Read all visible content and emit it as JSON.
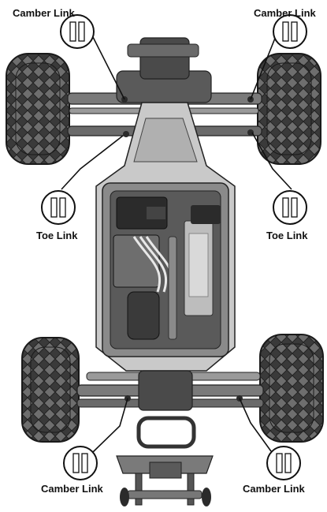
{
  "labels": {
    "top_left": "Camber Link",
    "top_right": "Camber Link",
    "mid_left": "Toe Link",
    "mid_right": "Toe Link",
    "bottom_left": "Camber Link",
    "bottom_right": "Camber Link"
  },
  "colors": {
    "line": "#111111",
    "tire": "#3a3a3a",
    "tire_tread": "#6e6e6e",
    "chassis": "#8a8a8a",
    "chassis_light": "#c9c9c9",
    "tray": "#5a5a5a",
    "dark": "#2b2b2b",
    "battery": "#bdbdbd"
  }
}
